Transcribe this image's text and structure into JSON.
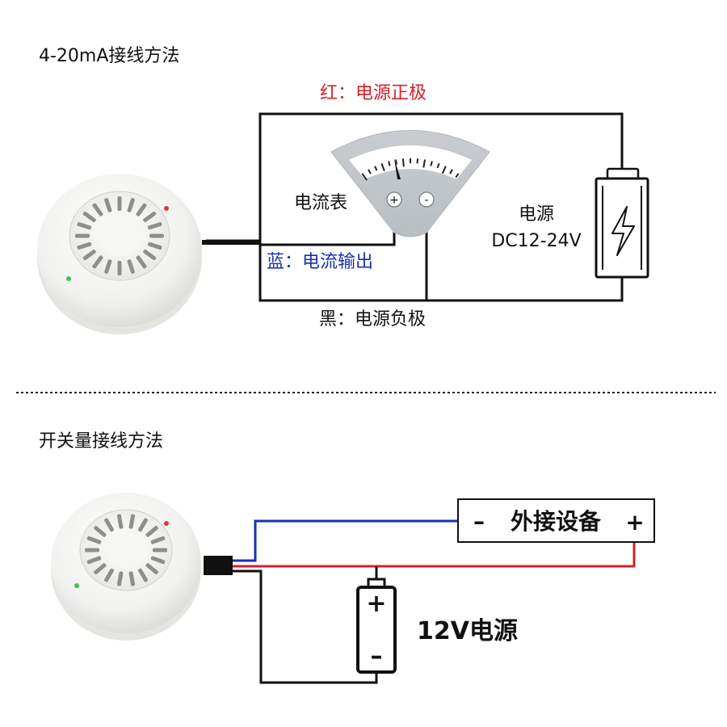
{
  "top_section": {
    "title": "4-20mA接线方法",
    "label_red": "红：电源正极",
    "label_blue": "蓝：电流输出",
    "label_black": "黑：电源负极",
    "meter_label": "电流表",
    "meter_plus": "+",
    "meter_minus": "-",
    "power_label": "电源",
    "power_voltage": "DC12-24V"
  },
  "bottom_section": {
    "title": "开关量接线方法",
    "device_label": "外接设备",
    "device_minus": "–",
    "device_plus": "+",
    "battery_plus": "+",
    "battery_minus": "–",
    "battery_label": "12V电源"
  },
  "colors": {
    "wire_red": "#d6202a",
    "wire_blue": "#1a2fb5",
    "wire_black": "#111111",
    "label_red": "#d6202a",
    "label_blue": "#1a2fb5"
  }
}
